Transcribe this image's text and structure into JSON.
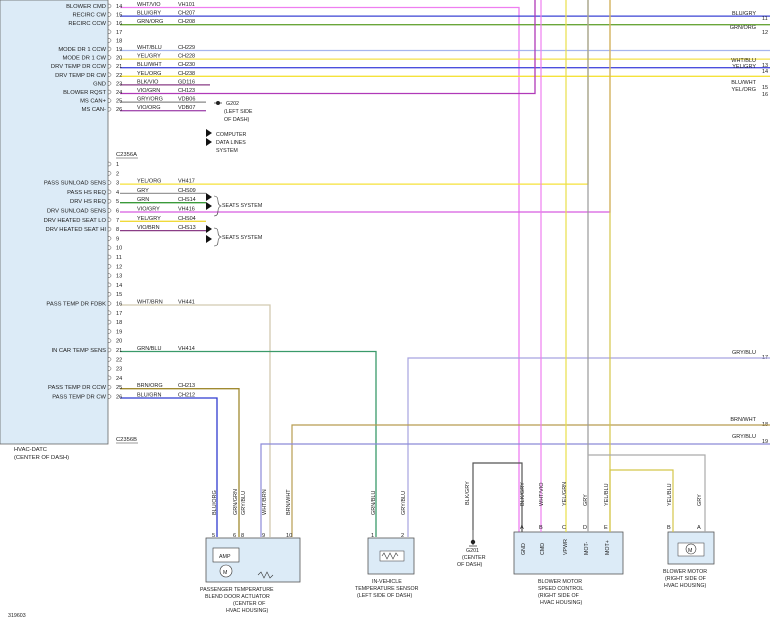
{
  "module": {
    "name": "HVAC-DATC",
    "location": "(CENTER OF DASH)",
    "connector_1": "C2356A",
    "connector_2": "C2356B"
  },
  "connector_a_pins": [
    {
      "pin": "14",
      "label": "BLOWER CMD",
      "color": "WHT/VIO",
      "circuit": "VH101",
      "wire": "#ee7ef0"
    },
    {
      "pin": "15",
      "label": "RECIRC CW",
      "color": "BLU/GRY",
      "circuit": "CH207",
      "wire": "#3b44d4"
    },
    {
      "pin": "16",
      "label": "RECIRC CCW",
      "color": "GRN/ORG",
      "circuit": "CH208",
      "wire": "#6aa63a"
    },
    {
      "pin": "17",
      "label": "",
      "color": "",
      "circuit": "",
      "wire": ""
    },
    {
      "pin": "18",
      "label": "",
      "color": "",
      "circuit": "",
      "wire": ""
    },
    {
      "pin": "19",
      "label": "MODE DR 1 CCW",
      "color": "WHT/BLU",
      "circuit": "CH229",
      "wire": "#a6b5ee"
    },
    {
      "pin": "20",
      "label": "MODE DR 1 CW",
      "color": "YEL/GRY",
      "circuit": "CH228",
      "wire": "#f4e148"
    },
    {
      "pin": "21",
      "label": "DRV TEMP DR CCW",
      "color": "BLU/WHT",
      "circuit": "CH230",
      "wire": "#4c4fdd"
    },
    {
      "pin": "22",
      "label": "DRV TEMP DR CW",
      "color": "YEL/ORG",
      "circuit": "CH238",
      "wire": "#f5e23a"
    },
    {
      "pin": "23",
      "label": "GND",
      "color": "BLK/VIO",
      "circuit": "GD116",
      "wire": "#8a3d86"
    },
    {
      "pin": "24",
      "label": "BLOWER RQST",
      "color": "VIO/GRN",
      "circuit": "CH123",
      "wire": "#b03ab8"
    },
    {
      "pin": "25",
      "label": "MS CAN+",
      "color": "GRY/ORG",
      "circuit": "VDB06",
      "wire": "#888888"
    },
    {
      "pin": "26",
      "label": "MS CAN-",
      "color": "VIO/ORG",
      "circuit": "VDB07",
      "wire": "#a550b0"
    }
  ],
  "connector_b_pins": [
    {
      "pin": "1",
      "label": "",
      "color": "",
      "circuit": "",
      "wire": ""
    },
    {
      "pin": "2",
      "label": "",
      "color": "",
      "circuit": "",
      "wire": ""
    },
    {
      "pin": "3",
      "label": "PASS SUNLOAD SENS",
      "color": "YEL/ORG",
      "circuit": "VH417",
      "wire": "#f5e23a"
    },
    {
      "pin": "4",
      "label": "PASS HS REQ",
      "color": "GRY",
      "circuit": "CHS09",
      "wire": "#999999"
    },
    {
      "pin": "5",
      "label": "DRV HS REQ",
      "color": "GRN",
      "circuit": "CHS14",
      "wire": "#3a9a3a"
    },
    {
      "pin": "6",
      "label": "DRV SUNLOAD SENS",
      "color": "VIO/GRY",
      "circuit": "VH416",
      "wire": "#d65ce0"
    },
    {
      "pin": "7",
      "label": "DRV HEATED SEAT LO",
      "color": "YEL/GRY",
      "circuit": "CHS04",
      "wire": "#f0da3a"
    },
    {
      "pin": "8",
      "label": "DRV HEATED SEAT HI",
      "color": "VIO/BRN",
      "circuit": "CHS13",
      "wire": "#8a3d86"
    },
    {
      "pin": "9",
      "label": "",
      "color": "",
      "circuit": "",
      "wire": ""
    },
    {
      "pin": "10",
      "label": "",
      "color": "",
      "circuit": "",
      "wire": ""
    },
    {
      "pin": "11",
      "label": "",
      "color": "",
      "circuit": "",
      "wire": ""
    },
    {
      "pin": "12",
      "label": "",
      "color": "",
      "circuit": "",
      "wire": ""
    },
    {
      "pin": "13",
      "label": "",
      "color": "",
      "circuit": "",
      "wire": ""
    },
    {
      "pin": "14",
      "label": "",
      "color": "",
      "circuit": "",
      "wire": ""
    },
    {
      "pin": "15",
      "label": "",
      "color": "",
      "circuit": "",
      "wire": ""
    },
    {
      "pin": "16",
      "label": "PASS TEMP DR FDBK",
      "color": "WHT/BRN",
      "circuit": "VH441",
      "wire": "#d2c9b0"
    },
    {
      "pin": "17",
      "label": "",
      "color": "",
      "circuit": "",
      "wire": ""
    },
    {
      "pin": "18",
      "label": "",
      "color": "",
      "circuit": "",
      "wire": ""
    },
    {
      "pin": "19",
      "label": "",
      "color": "",
      "circuit": "",
      "wire": ""
    },
    {
      "pin": "20",
      "label": "",
      "color": "",
      "circuit": "",
      "wire": ""
    },
    {
      "pin": "21",
      "label": "IN CAR TEMP SENS",
      "color": "GRN/BLU",
      "circuit": "VH414",
      "wire": "#3a9a6a"
    },
    {
      "pin": "22",
      "label": "",
      "color": "",
      "circuit": "",
      "wire": ""
    },
    {
      "pin": "23",
      "label": "",
      "color": "",
      "circuit": "",
      "wire": ""
    },
    {
      "pin": "24",
      "label": "",
      "color": "",
      "circuit": "",
      "wire": ""
    },
    {
      "pin": "25",
      "label": "PASS TEMP DR CCW",
      "color": "BRN/ORG",
      "circuit": "CH213",
      "wire": "#a08a30"
    },
    {
      "pin": "26",
      "label": "PASS TEMP DR CW",
      "color": "BLU/GRN",
      "circuit": "CH212",
      "wire": "#2f3bd0"
    }
  ],
  "right_refs": [
    {
      "num": "11",
      "color": "BLU/GRY"
    },
    {
      "num": "12",
      "color": "GRN/ORG"
    },
    {
      "num": "13",
      "color": "WHT/BLU"
    },
    {
      "num": "14",
      "color": "YEL/GRY"
    },
    {
      "num": "15",
      "color": "BLU/WHT"
    },
    {
      "num": "16",
      "color": "YEL/ORG"
    },
    {
      "num": "17",
      "color": "GRY/BLU"
    },
    {
      "num": "18",
      "color": "BRN/WHT"
    },
    {
      "num": "19",
      "color": "GRY/BLU"
    }
  ],
  "refs": {
    "ground_g202": [
      "G202",
      "(LEFT SIDE",
      "OF DASH)"
    ],
    "computer_data_lines": [
      "COMPUTER",
      "DATA LINES",
      "SYSTEM"
    ],
    "seats_system": "SEATS SYSTEM",
    "ground_g201": [
      "G201",
      "(CENTER",
      "OF DASH)"
    ],
    "ground_g201_wire": "BLK/GRY"
  },
  "components": {
    "pass_actuator": {
      "name": [
        "PASSENGER TEMPERATURE",
        "BLEND DOOR ACTUATOR",
        "(CENTER OF",
        "HVAC HOUSING)"
      ],
      "amp": "AMP",
      "motor": "M",
      "pins": [
        "5",
        "6",
        "8",
        "9",
        "10"
      ],
      "wires": [
        "BLU/ORG",
        "GRN/GRN",
        "GRY/BLU",
        "WHT/BRN",
        "BRN/WHT"
      ]
    },
    "invehicle_sensor": {
      "name": [
        "IN-VEHICLE",
        "TEMPERATURE SENSOR",
        "(LEFT SIDE OF DASH)"
      ],
      "pins": [
        "1",
        "2"
      ],
      "wires": [
        "GRN/BLU",
        "GRY/BLU"
      ]
    },
    "blower_control": {
      "name": [
        "BLOWER MOTOR",
        "SPEED CONTROL",
        "(RIGHT SIDE OF",
        "HVAC HOUSING)"
      ],
      "pins": [
        "A",
        "B",
        "C",
        "D",
        "E"
      ],
      "pin_labels": [
        "GND",
        "CMD",
        "VPWR",
        "MOT-",
        "MOT+"
      ],
      "wires": [
        "BLK/GRY",
        "WHT/VIO",
        "YEL/GRN",
        "GRY",
        "YEL/BLU"
      ]
    },
    "blower_motor": {
      "name": [
        "BLOWER MOTOR",
        "(RIGHT SIDE OF",
        "HVAC HOUSING)"
      ],
      "pins": [
        "B",
        "A"
      ],
      "wires": [
        "YEL/BLU",
        "GRY"
      ],
      "motor": "M"
    }
  },
  "footer_id": "319603",
  "colors": {
    "module_fill": "#dcebf7",
    "component_fill": "#dcebf7",
    "outline": "#555555"
  }
}
